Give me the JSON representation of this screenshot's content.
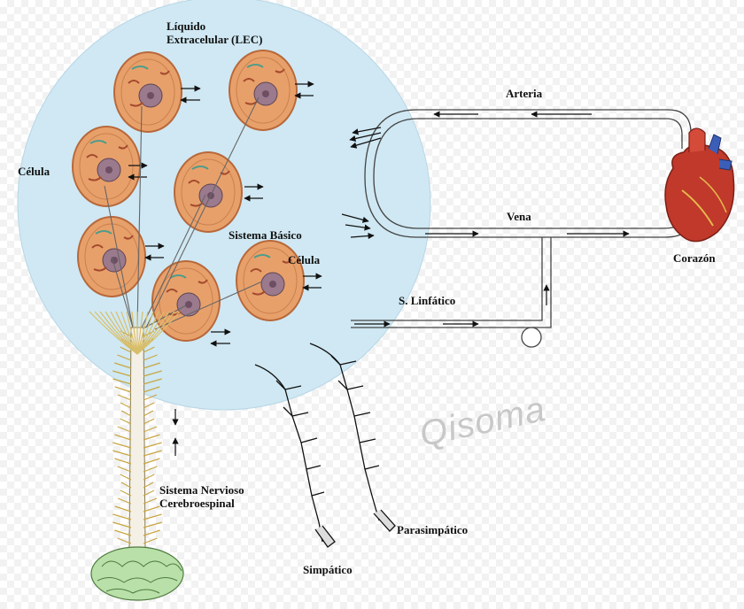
{
  "labels": {
    "lec": "Líquido\nExtracelular (LEC)",
    "celula_left": "Célula",
    "celula_right": "Célula",
    "sistema_basico": "Sistema Básico",
    "arteria": "Arteria",
    "vena": "Vena",
    "corazon": "Corazón",
    "linfatico": "S. Linfático",
    "snc": "Sistema Nervioso\nCerebroespinal",
    "parasimpatico": "Parasimpático",
    "simpatico": "Simpático"
  },
  "watermark": "Qisoma",
  "colors": {
    "lec_fill": "#cfe8f3",
    "cell_fill": "#e8a06a",
    "nucleus": "#9a7a8c",
    "vessel": "#ffffff",
    "heart": "#c0392b",
    "brain": "#b8e0a8"
  }
}
